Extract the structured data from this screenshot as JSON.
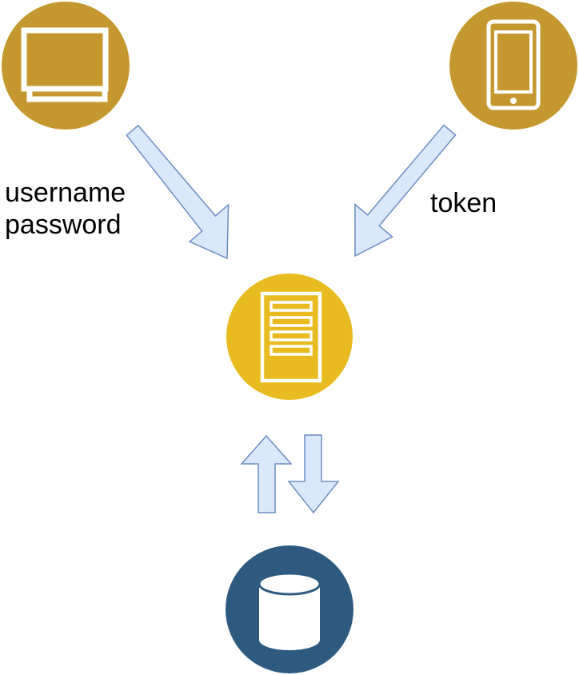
{
  "colors": {
    "client_node": "#c4982e",
    "server_node": "#e8bc20",
    "database_node": "#2f5a80",
    "arrow_fill": "#dae8fc",
    "arrow_stroke": "#6c8ebf",
    "icon_stroke": "#ffffff"
  },
  "icons": {
    "desktop": "computer-monitor-icon",
    "mobile": "smartphone-icon",
    "server": "server-icon",
    "database": "database-icon"
  },
  "labels": {
    "username": "username",
    "password": "password",
    "token": "token"
  }
}
